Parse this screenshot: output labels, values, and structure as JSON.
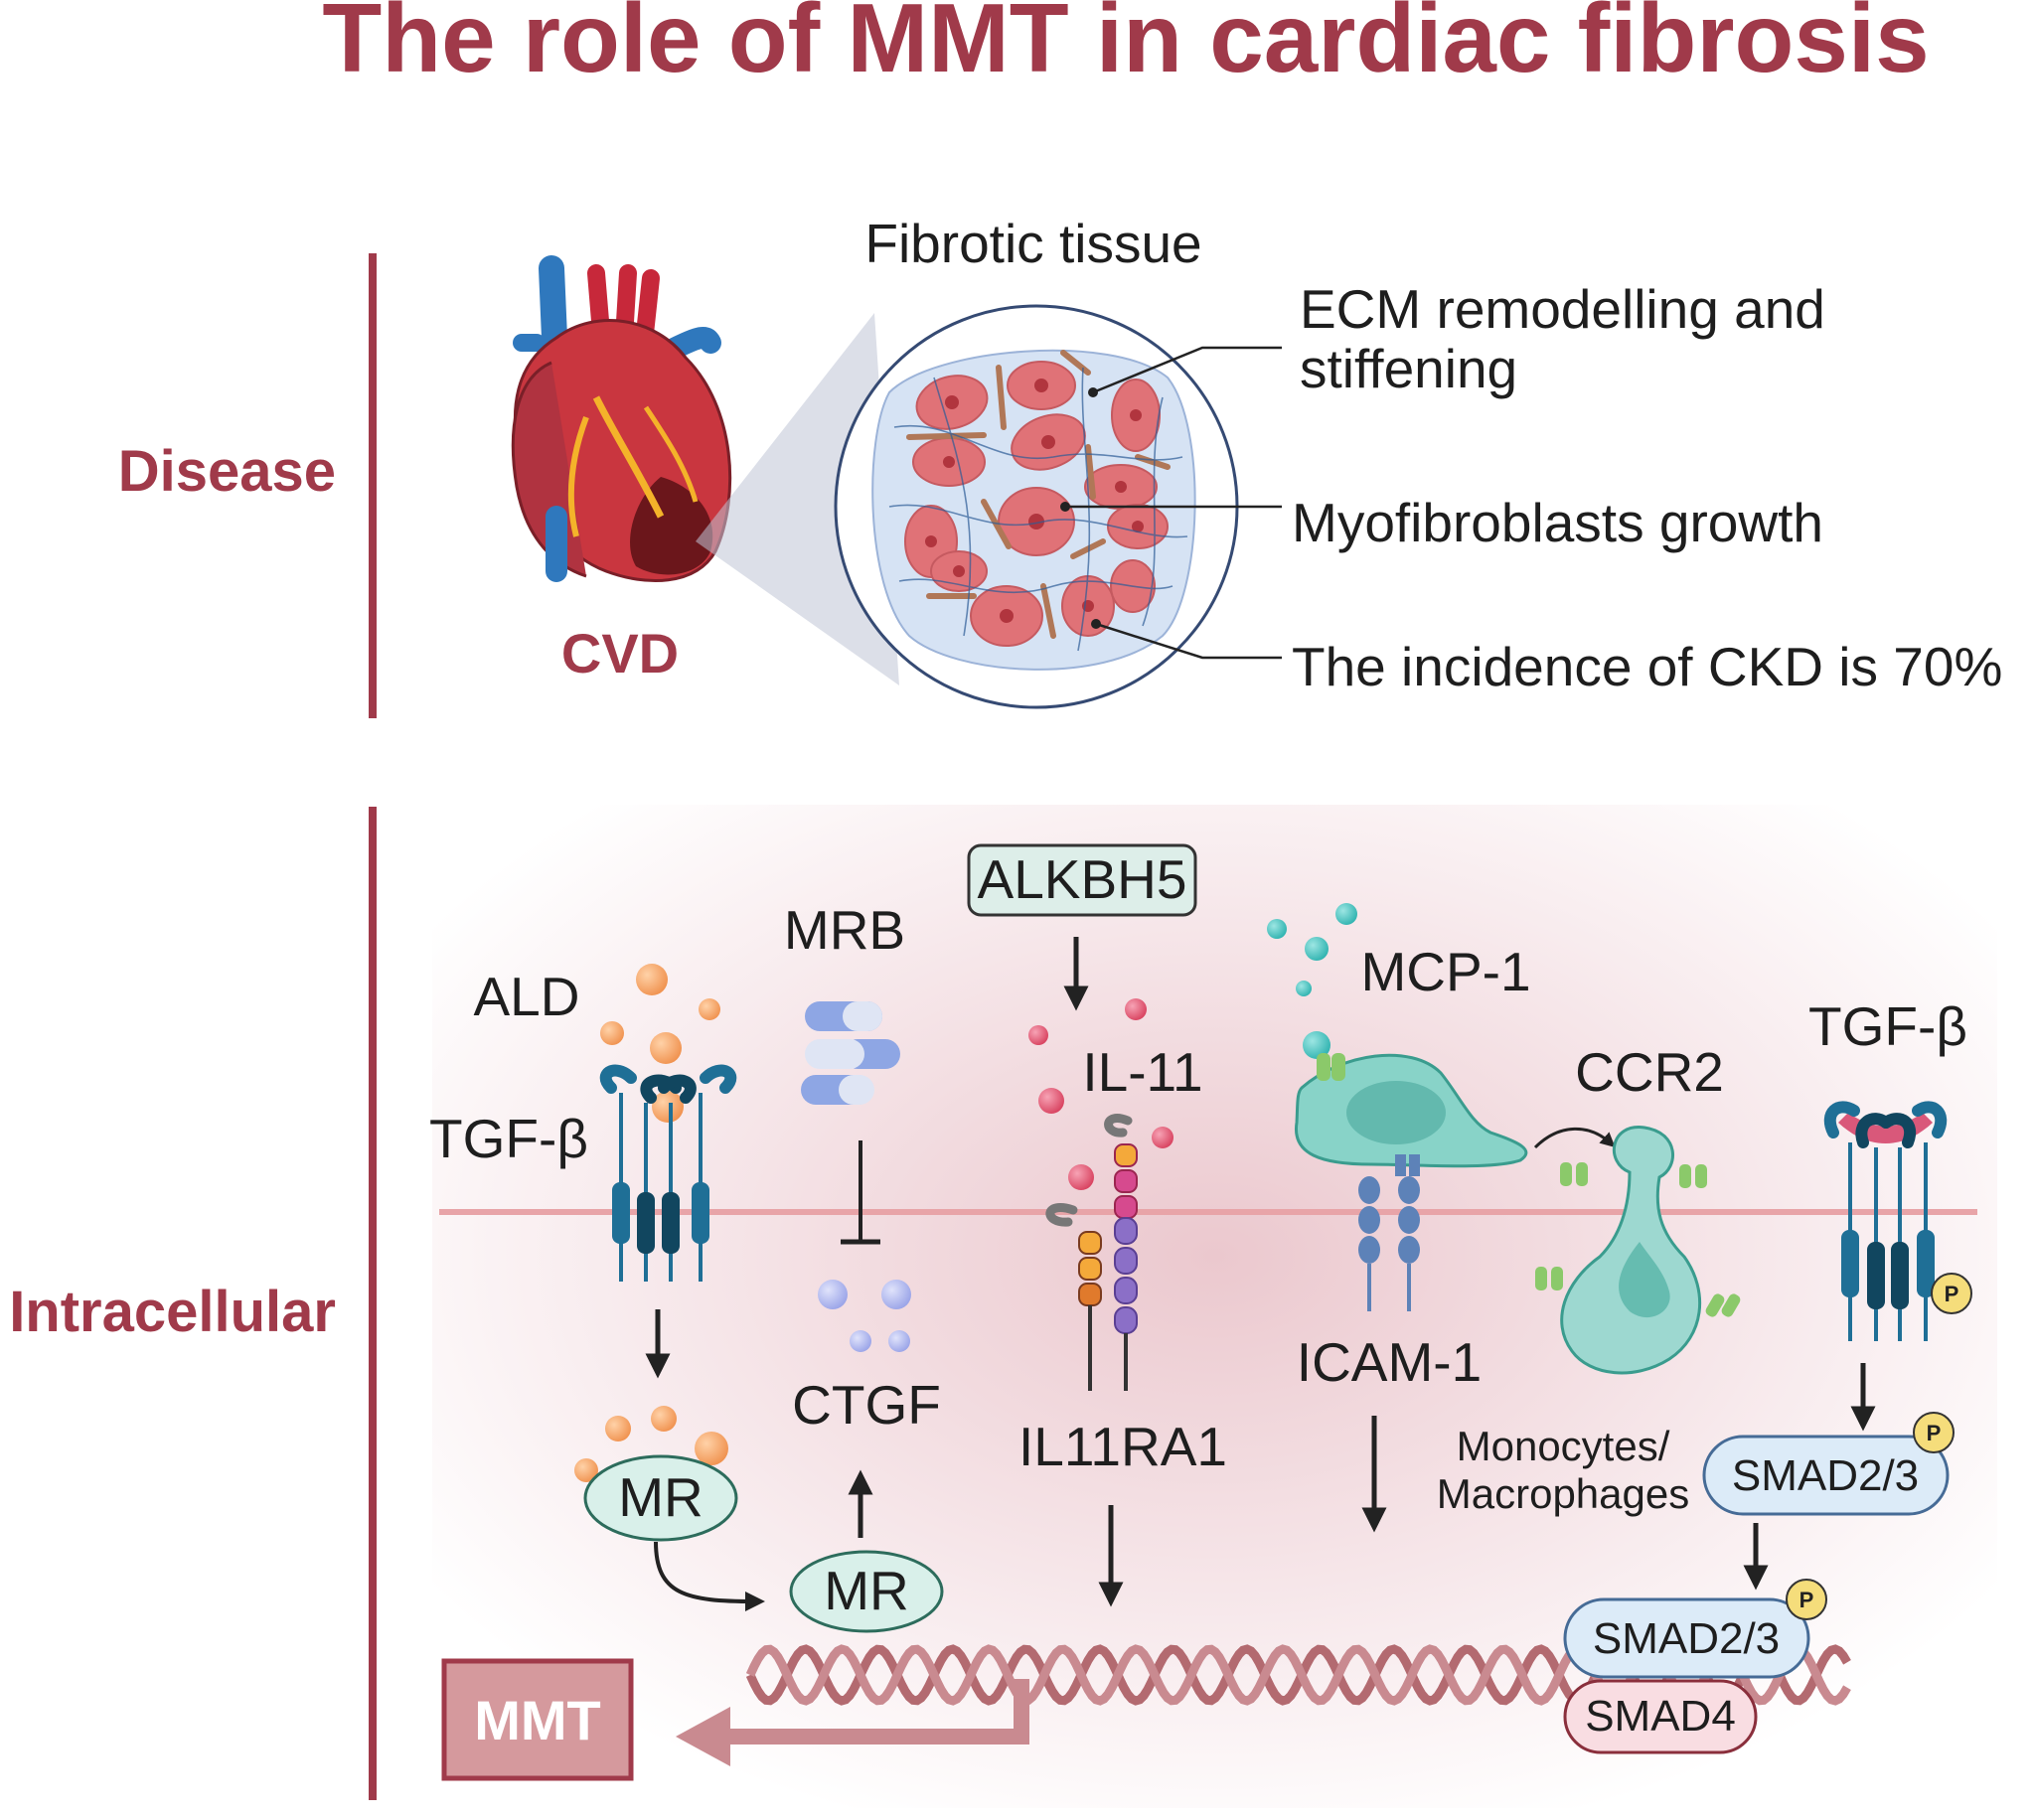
{
  "title": "The role of MMT in cardiac fibrosis",
  "sections": {
    "disease": "Disease",
    "intracellular": "Intracellular"
  },
  "disease": {
    "heart_label": "CVD",
    "tissue_title": "Fibrotic tissue",
    "callouts": [
      "ECM remodelling and",
      "stiffening",
      "Myofibroblasts growth",
      "The incidence of CKD is 70%"
    ]
  },
  "pathway": {
    "ald": "ALD",
    "tgfb_left": "TGF-β",
    "mr_top": "MR",
    "mr_bottom": "MR",
    "mrb": "MRB",
    "ctgf": "CTGF",
    "alkbh5": "ALKBH5",
    "il11": "IL-11",
    "il11ra1": "IL11RA1",
    "mcp1": "MCP-1",
    "icam1": "ICAM-1",
    "ccr2": "CCR2",
    "monocytes": "Monocytes/",
    "macrophages": "Macrophages",
    "tgfb_right": "TGF-β",
    "smad23_top": "SMAD2/3",
    "smad23_bottom": "SMAD2/3",
    "smad4": "SMAD4",
    "phospho": "P",
    "mmt": "MMT"
  },
  "colors": {
    "accent": "#a03a4a",
    "membrane": "#e8a4a8",
    "mr_fill": "#d9f0ea",
    "smad_fill": "#dcebf8",
    "smad4_fill": "#f9dde2",
    "alkbh5_fill": "#ddeee9"
  }
}
